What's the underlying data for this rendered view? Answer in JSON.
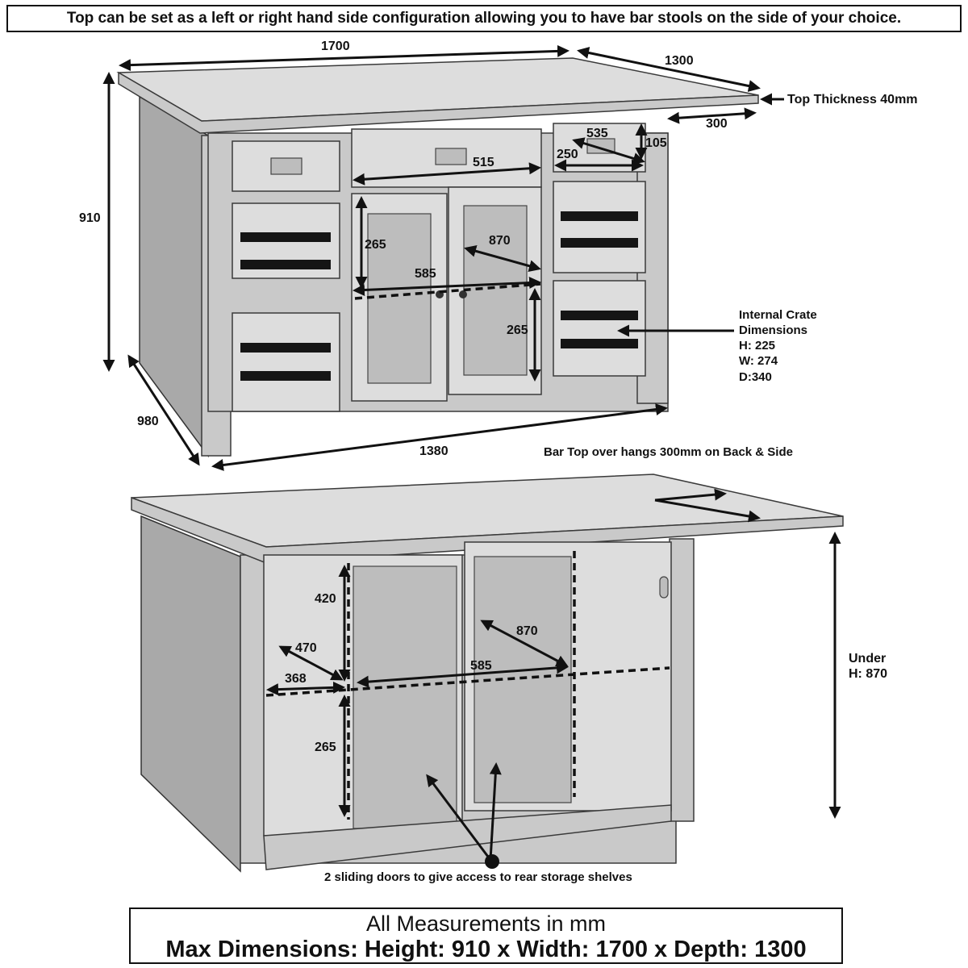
{
  "header": {
    "note": "Top can be set as a left or right hand side configuration allowing you to have bar stools on the side of your choice."
  },
  "front_view": {
    "labels": {
      "top_width": "1700",
      "top_depth": "1300",
      "top_thickness": "Top Thickness 40mm",
      "top_overhang": "300",
      "height": "910",
      "base_depth": "980",
      "base_width": "1380",
      "drawer_center_width": "515",
      "drawer_side_diag": "535",
      "drawer_side_width": "250",
      "drawer_side_height": "105",
      "cupboard_upper_height": "265",
      "cupboard_diag": "870",
      "cupboard_width": "585",
      "cupboard_lower_height": "265"
    },
    "crate_note": {
      "title_line1": "Internal Crate",
      "title_line2": "Dimensions",
      "h": "H: 225",
      "w": "W: 274",
      "d": "D:340"
    }
  },
  "rear_view": {
    "overhang_note": "Bar Top over hangs 300mm on Back & Side",
    "labels": {
      "upper_height": "420",
      "diag_left": "470",
      "left_width": "368",
      "diag_right": "870",
      "center_width": "585",
      "lower_height": "265"
    },
    "under_label": "Under",
    "under_height": "H: 870",
    "doors_note": "2 sliding doors to give access to rear storage shelves"
  },
  "footer": {
    "line1": "All Measurements in mm",
    "line2": "Max Dimensions: Height: 910 x Width: 1700 x Depth: 1300"
  }
}
